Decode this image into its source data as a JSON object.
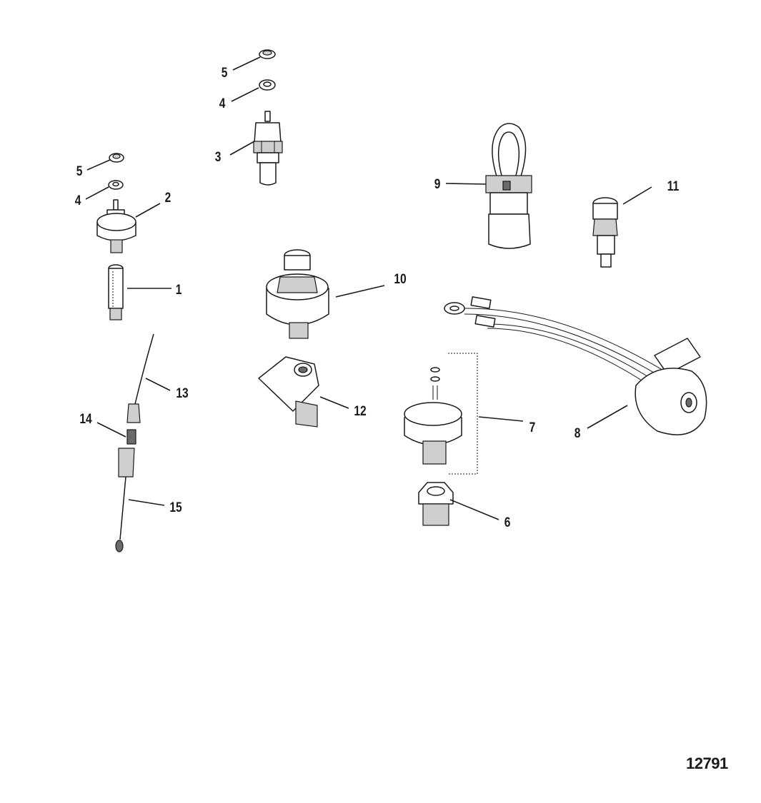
{
  "drawing_number": "12791",
  "callouts": [
    {
      "id": "c5a",
      "label": "5"
    },
    {
      "id": "c4a",
      "label": "4"
    },
    {
      "id": "c3",
      "label": "3"
    },
    {
      "id": "c5b",
      "label": "5"
    },
    {
      "id": "c4b",
      "label": "4"
    },
    {
      "id": "c2",
      "label": "2"
    },
    {
      "id": "c1",
      "label": "1"
    },
    {
      "id": "c9",
      "label": "9"
    },
    {
      "id": "c11",
      "label": "11"
    },
    {
      "id": "c10",
      "label": "10"
    },
    {
      "id": "c13",
      "label": "13"
    },
    {
      "id": "c14",
      "label": "14"
    },
    {
      "id": "c12",
      "label": "12"
    },
    {
      "id": "c15",
      "label": "15"
    },
    {
      "id": "c7",
      "label": "7"
    },
    {
      "id": "c8",
      "label": "8"
    },
    {
      "id": "c6",
      "label": "6"
    }
  ]
}
